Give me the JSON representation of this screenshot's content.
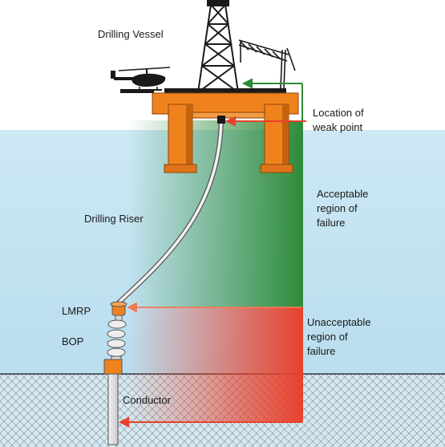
{
  "labels": {
    "vessel": "Drilling Vessel",
    "weak_point_1": "Location of",
    "weak_point_2": "weak point",
    "acceptable_1": "Acceptable",
    "acceptable_2": "region of",
    "acceptable_3": "failure",
    "riser": "Drilling Riser",
    "lmrp": "LMRP",
    "bop": "BOP",
    "unacceptable_1": "Unacceptable",
    "unacceptable_2": "region of",
    "unacceptable_3": "failure",
    "conductor": "Conductor"
  },
  "colors": {
    "sea": "#cfe9f5",
    "platform": "#f0821e",
    "acceptable": "#2e8b3a",
    "unacceptable": "#e8412c",
    "seabed": "#d4e8f0"
  }
}
